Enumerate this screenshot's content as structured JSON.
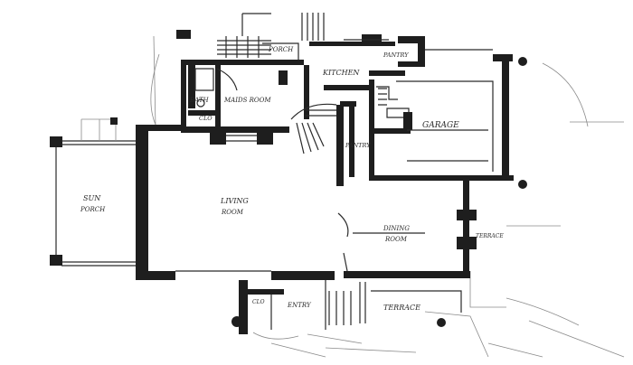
{
  "rooms": {
    "porch": "PORCH",
    "kitchen": "KITCHEN",
    "pantry_top": "PANTRY",
    "bath": "BATH",
    "maids_room": "MAIDS ROOM",
    "clo": "CLO",
    "garage": "GARAGE",
    "pantry_side": "PANTRY",
    "sun_porch_1": "SUN",
    "sun_porch_2": "PORCH",
    "living_room_1": "LIVING",
    "living_room_2": "ROOM",
    "dining_room_1": "DINING",
    "dining_room_2": "ROOM",
    "terrace_right": "TERRACE",
    "entry": "ENTRY",
    "clo_small": "CLO",
    "terrace_bottom": "TERRACE"
  }
}
